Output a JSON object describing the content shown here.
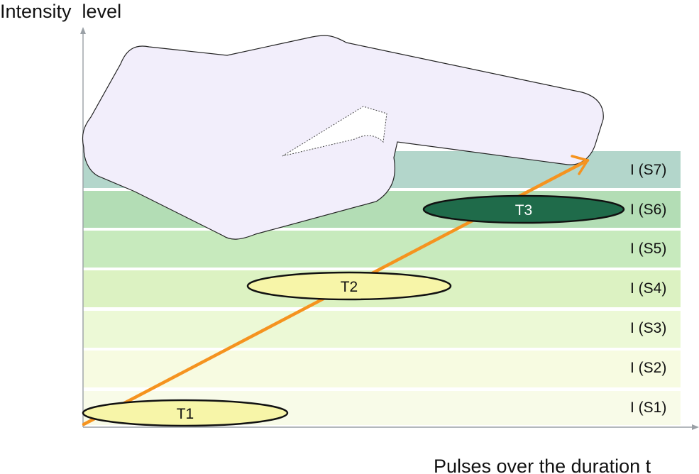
{
  "axes": {
    "y_title": "Intensity  level",
    "x_title": "Pulses over the duration t"
  },
  "bands": [
    {
      "label": "I (S1)",
      "color": "#f8fbe8"
    },
    {
      "label": "I (S2)",
      "color": "#f7fbe1"
    },
    {
      "label": "I (S3)",
      "color": "#ecf9d6"
    },
    {
      "label": "I (S4)",
      "color": "#dcf2c2"
    },
    {
      "label": "I (S5)",
      "color": "#c7eabd"
    },
    {
      "label": "I (S6)",
      "color": "#b3ddb5"
    },
    {
      "label": "I (S7)",
      "color": "#b3d6cb"
    }
  ],
  "tasks": [
    {
      "label": "T1",
      "fill": "#f7f5a8",
      "text_color": "#111111"
    },
    {
      "label": "T2",
      "fill": "#f7f5a8",
      "text_color": "#111111"
    },
    {
      "label": "T3",
      "fill": "#1f6b4a",
      "text_color": "#ffffff"
    }
  ],
  "colors": {
    "arrow": "#f5931f",
    "hand": "#f2eefb",
    "axis": "#9aa0a6"
  },
  "icons": {
    "hand": "pointing-hand-icon"
  }
}
